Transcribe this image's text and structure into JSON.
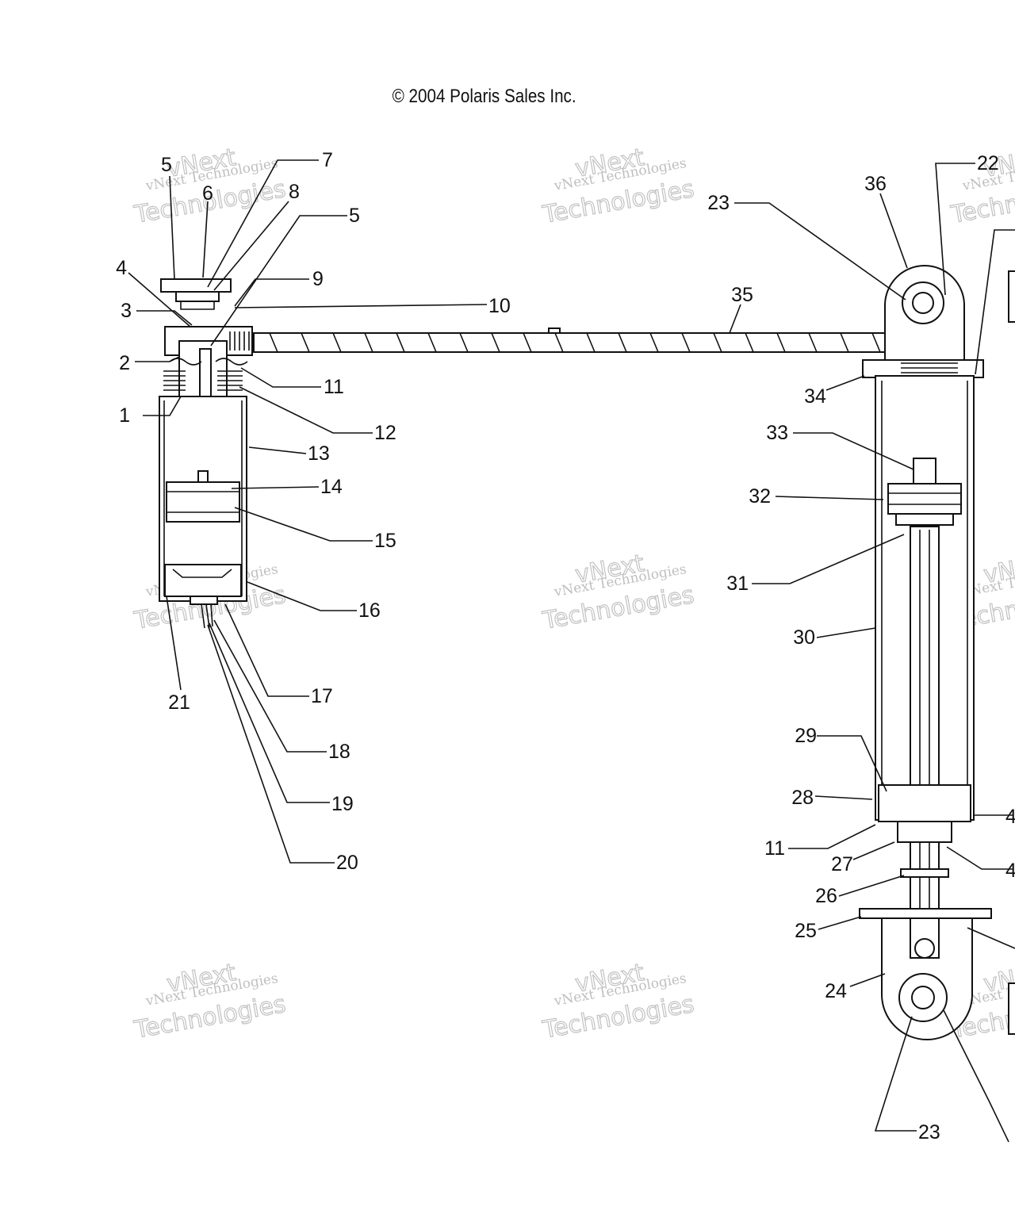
{
  "header": {
    "copyright": "© 2004 Polaris Sales Inc."
  },
  "watermark": {
    "line1": "vNext Technologies",
    "line2": "vNext",
    "line3": "Technologies"
  },
  "callouts": [
    {
      "id": "c1",
      "text": "1"
    },
    {
      "id": "c2",
      "text": "2"
    },
    {
      "id": "c3",
      "text": "3"
    },
    {
      "id": "c4",
      "text": "4"
    },
    {
      "id": "c5a",
      "text": "5"
    },
    {
      "id": "c5b",
      "text": "5"
    },
    {
      "id": "c6",
      "text": "6"
    },
    {
      "id": "c7",
      "text": "7"
    },
    {
      "id": "c8",
      "text": "8"
    },
    {
      "id": "c9",
      "text": "9"
    },
    {
      "id": "c10",
      "text": "10"
    },
    {
      "id": "c11a",
      "text": "11"
    },
    {
      "id": "c12",
      "text": "12"
    },
    {
      "id": "c13",
      "text": "13"
    },
    {
      "id": "c14",
      "text": "14"
    },
    {
      "id": "c15",
      "text": "15"
    },
    {
      "id": "c16",
      "text": "16"
    },
    {
      "id": "c17",
      "text": "17"
    },
    {
      "id": "c18",
      "text": "18"
    },
    {
      "id": "c19",
      "text": "19"
    },
    {
      "id": "c20",
      "text": "20"
    },
    {
      "id": "c21",
      "text": "21"
    },
    {
      "id": "c22",
      "text": "22"
    },
    {
      "id": "c23a",
      "text": "23"
    },
    {
      "id": "c36",
      "text": "36"
    },
    {
      "id": "c35",
      "text": "35"
    },
    {
      "id": "c34",
      "text": "34"
    },
    {
      "id": "c33",
      "text": "33"
    },
    {
      "id": "c32",
      "text": "32"
    },
    {
      "id": "c31",
      "text": "31"
    },
    {
      "id": "c30",
      "text": "30"
    },
    {
      "id": "c29",
      "text": "29"
    },
    {
      "id": "c28",
      "text": "28"
    },
    {
      "id": "c11b",
      "text": "11"
    },
    {
      "id": "c27",
      "text": "27"
    },
    {
      "id": "c26",
      "text": "26"
    },
    {
      "id": "c25",
      "text": "25"
    },
    {
      "id": "c24",
      "text": "24"
    },
    {
      "id": "c23b",
      "text": "23"
    },
    {
      "id": "c4r1",
      "text": "4"
    },
    {
      "id": "c4r2",
      "text": "4"
    }
  ]
}
